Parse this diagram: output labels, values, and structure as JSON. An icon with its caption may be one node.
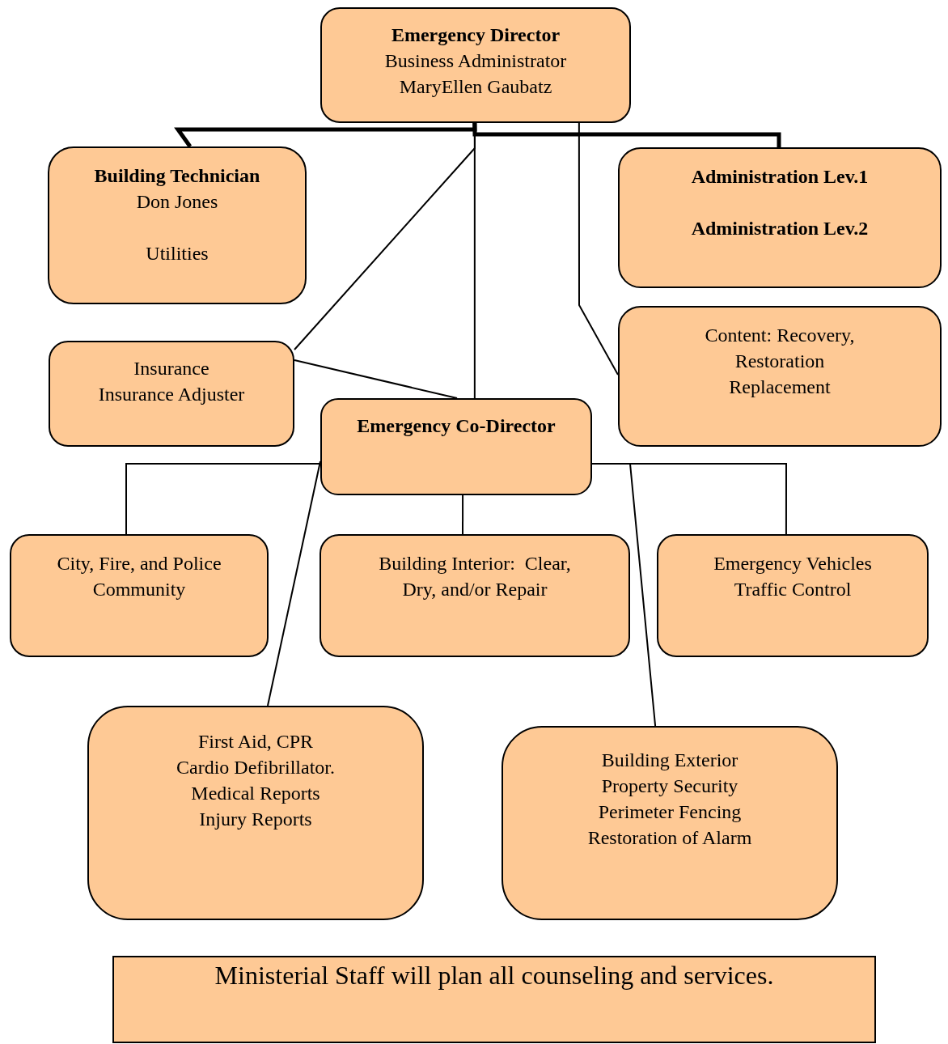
{
  "diagram": {
    "nodes": [
      {
        "text": [
          "Emergency Director",
          "Business Administrator",
          "MaryEllen Gaubatz"
        ]
      },
      {
        "text": [
          "Building Technician",
          "Don Jones",
          "Utilities"
        ]
      },
      {
        "text": [
          "Administration Lev.1",
          "Administration Lev.2"
        ]
      },
      {
        "text": [
          "Insurance",
          "Insurance Adjuster"
        ]
      },
      {
        "text": [
          "Content: Recovery,",
          "Restoration",
          "Replacement"
        ]
      },
      {
        "text": [
          "Emergency Co-Director"
        ]
      },
      {
        "text": [
          "City, Fire, and Police",
          "Community"
        ]
      },
      {
        "text": [
          "Building Interior:  Clear,",
          "Dry, and/or Repair"
        ]
      },
      {
        "text": [
          "Emergency Vehicles",
          "Traffic Control"
        ]
      },
      {
        "text": [
          "First Aid, CPR",
          "Cardio Defibrillator.",
          "Medical Reports",
          "Injury Reports"
        ]
      },
      {
        "text": [
          "Building Exterior",
          "Property Security",
          "Perimeter Fencing",
          "Restoration of Alarm"
        ]
      },
      {
        "text": [
          "Ministerial Staff will plan all counseling and services."
        ]
      }
    ],
    "edges": [
      {
        "from": 0,
        "to": 1,
        "arrow": "none",
        "style": "thick"
      },
      {
        "from": 0,
        "to": 2,
        "arrow": "none",
        "style": "thick"
      },
      {
        "from": 0,
        "to": 5,
        "arrow": "none"
      },
      {
        "from": 0,
        "to": 3,
        "arrow": "none"
      },
      {
        "from": 3,
        "to": 5,
        "arrow": "none"
      },
      {
        "from": 0,
        "to": 4,
        "arrow": "none"
      },
      {
        "from": 5,
        "to": 6,
        "arrow": "none"
      },
      {
        "from": 5,
        "to": 7,
        "arrow": "none"
      },
      {
        "from": 5,
        "to": 8,
        "arrow": "none"
      },
      {
        "from": 5,
        "to": 9,
        "arrow": "none"
      },
      {
        "from": 5,
        "to": 10,
        "arrow": "none"
      }
    ]
  }
}
